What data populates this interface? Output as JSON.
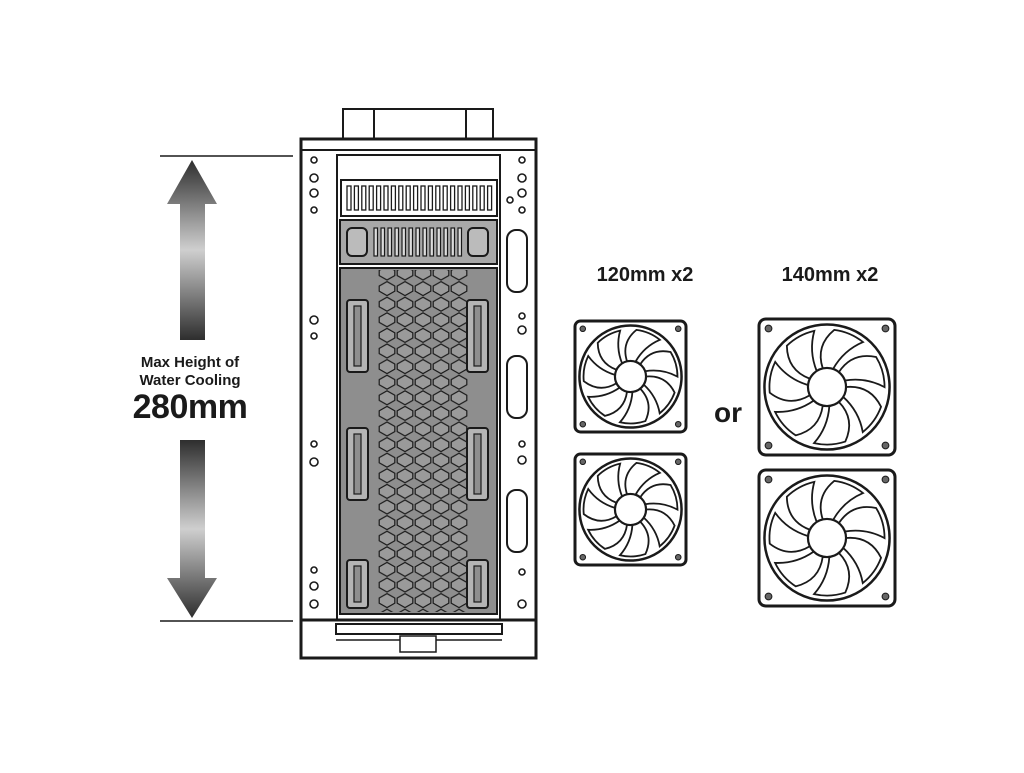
{
  "height_label": {
    "line1": "Max Height of",
    "line2": "Water Cooling",
    "value": "280mm"
  },
  "fan_options": [
    {
      "label": "120mm x2",
      "size": "120mm",
      "count": 2
    },
    {
      "label": "140mm x2",
      "size": "140mm",
      "count": 2
    }
  ],
  "separator": "or",
  "colors": {
    "ink": "#1a1a1a",
    "panel_gray": "#8e8e8e",
    "arrow_dark": "#3a3a3a",
    "arrow_light": "#c8c8c8",
    "background": "#ffffff"
  },
  "icons": [
    "up-down-arrow-icon",
    "fan-icon"
  ]
}
